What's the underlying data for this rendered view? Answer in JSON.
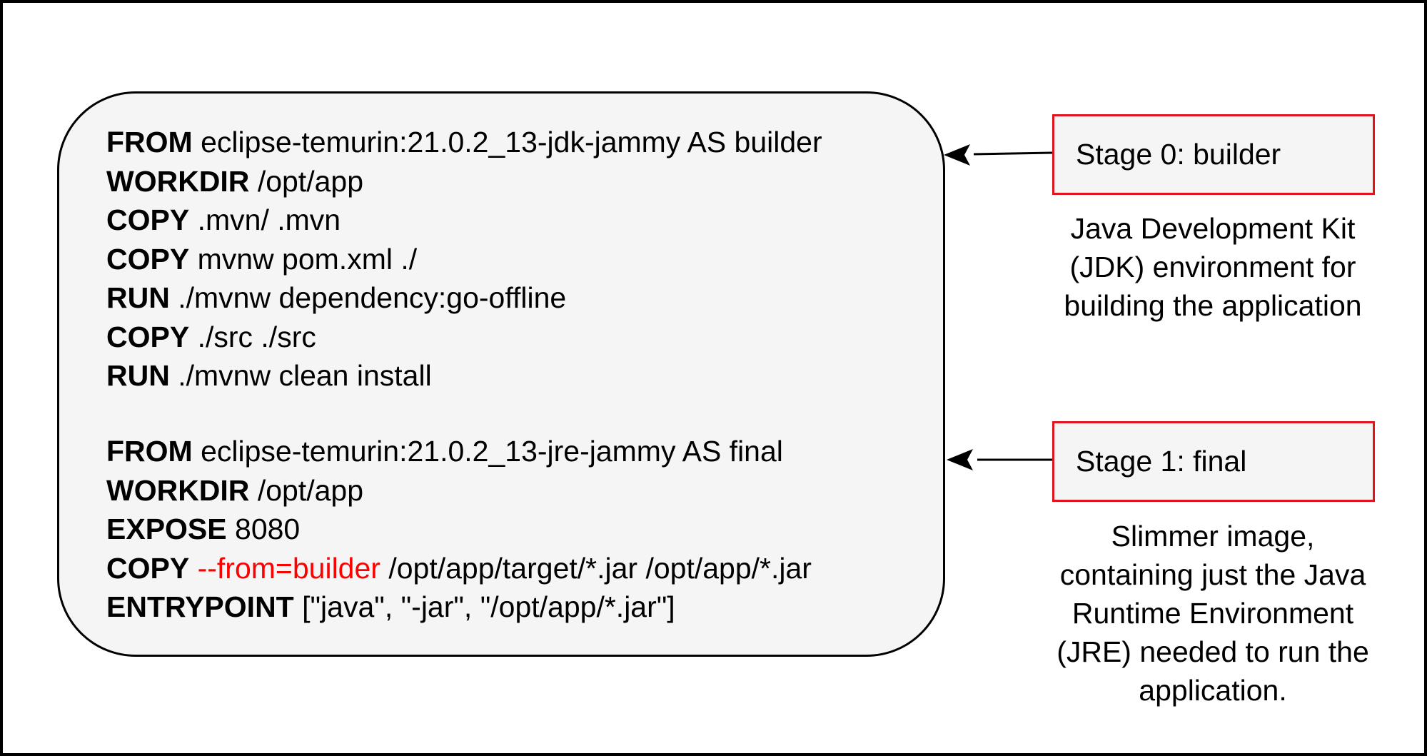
{
  "stages": [
    {
      "label": "Stage 0: builder",
      "description": [
        "Java Development Kit",
        "(JDK) environment for",
        "building the application"
      ],
      "code": [
        {
          "keyword": "FROM",
          "rest": " eclipse-temurin:21.0.2_13-jdk-jammy AS builder"
        },
        {
          "keyword": "WORKDIR",
          "rest": " /opt/app"
        },
        {
          "keyword": "COPY",
          "rest": " .mvn/ .mvn"
        },
        {
          "keyword": "COPY",
          "rest": " mvnw pom.xml ./"
        },
        {
          "keyword": "RUN",
          "rest": " ./mvnw dependency:go-offline"
        },
        {
          "keyword": "COPY",
          "rest": " ./src ./src"
        },
        {
          "keyword": "RUN",
          "rest": " ./mvnw clean install"
        }
      ]
    },
    {
      "label": "Stage 1: final",
      "description": [
        "Slimmer image,",
        "containing just the Java",
        "Runtime Environment",
        "(JRE) needed to run the",
        "application."
      ],
      "code": [
        {
          "keyword": "FROM",
          "rest": " eclipse-temurin:21.0.2_13-jre-jammy AS final"
        },
        {
          "keyword": "WORKDIR",
          "rest": " /opt/app"
        },
        {
          "keyword": "EXPOSE",
          "rest": " 8080"
        },
        {
          "keyword": "COPY",
          "flag": "--from=builder",
          "rest": " /opt/app/target/*.jar /opt/app/*.jar"
        },
        {
          "keyword": "ENTRYPOINT",
          "rest": " [\"java\", \"-jar\", \"/opt/app/*.jar\"]"
        }
      ]
    }
  ],
  "colors": {
    "stage_border": "#e0141e",
    "flag_text": "#ff0000",
    "box_fill": "#f5f5f5"
  }
}
